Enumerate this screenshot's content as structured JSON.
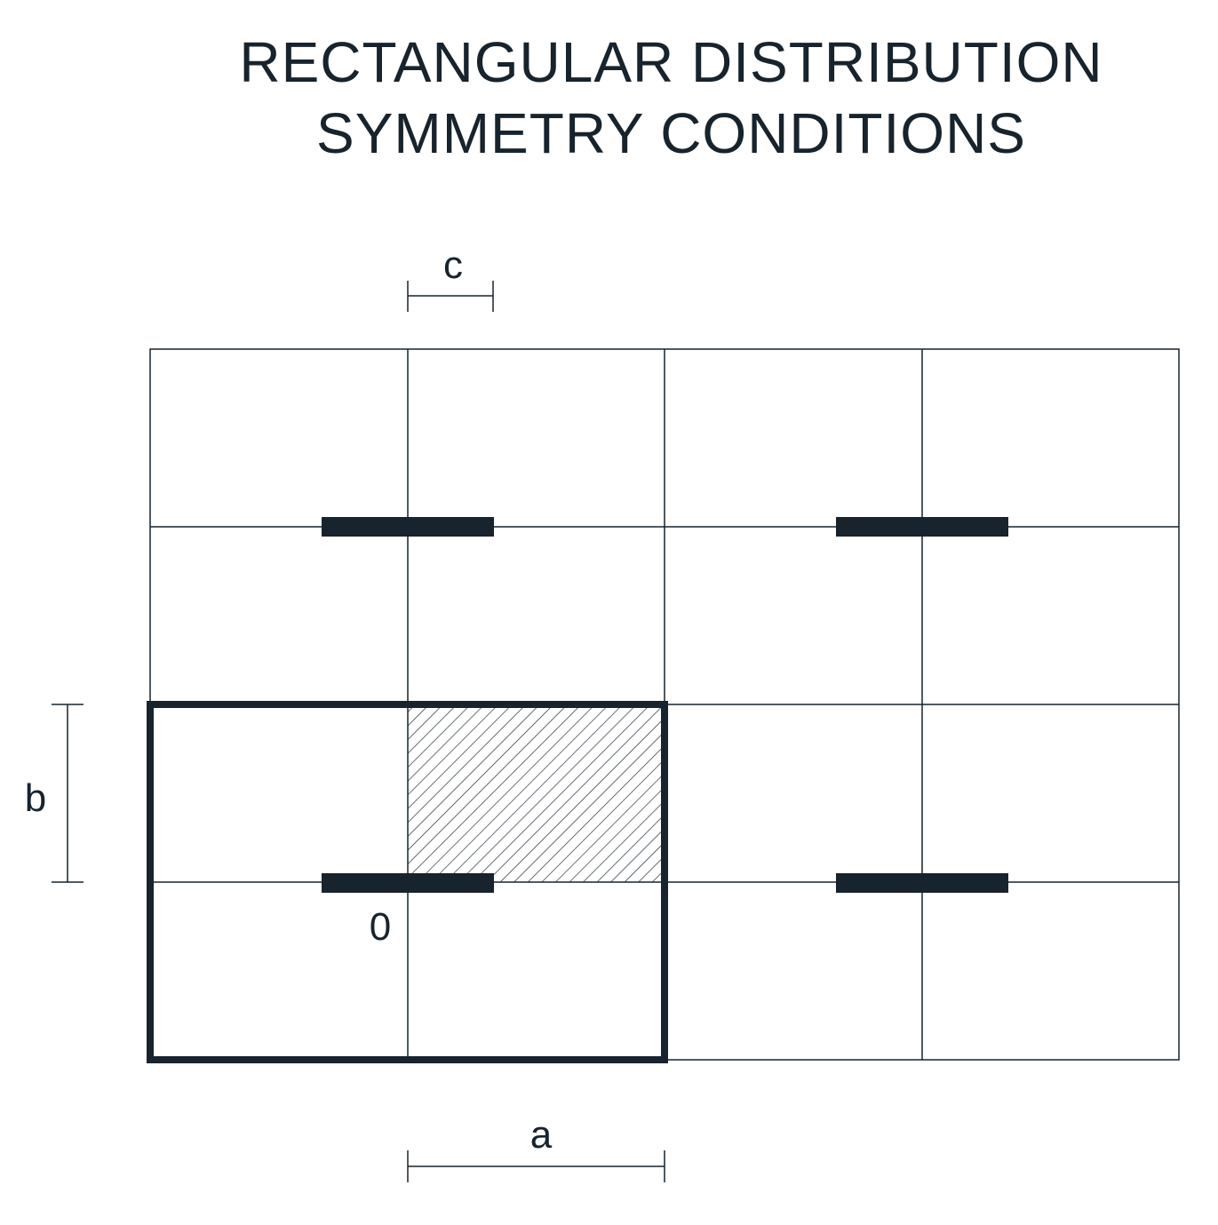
{
  "title": {
    "line1": "RECTANGULAR DISTRIBUTION",
    "line2": "SYMMETRY CONDITIONS"
  },
  "labels": {
    "a": "a",
    "b": "b",
    "c": "c",
    "origin": "0"
  },
  "colors": {
    "ink": "#17232d",
    "background": "#ffffff"
  }
}
